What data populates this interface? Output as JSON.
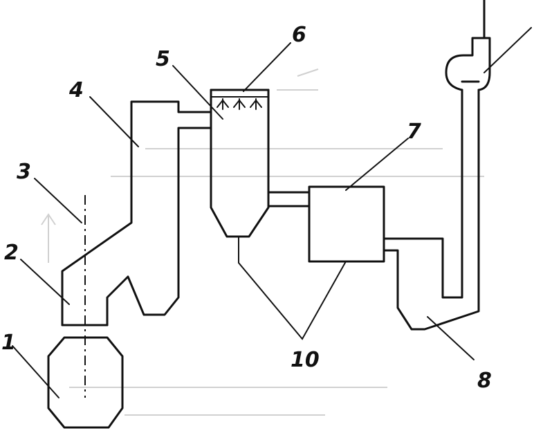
{
  "diagram": {
    "labels": {
      "l1": "1",
      "l2": "2",
      "l3": "3",
      "l4": "4",
      "l5": "5",
      "l6": "6",
      "l7": "7",
      "l8": "8",
      "l10": "10"
    },
    "colors": {
      "line": "#111111",
      "background": "#ffffff"
    }
  }
}
